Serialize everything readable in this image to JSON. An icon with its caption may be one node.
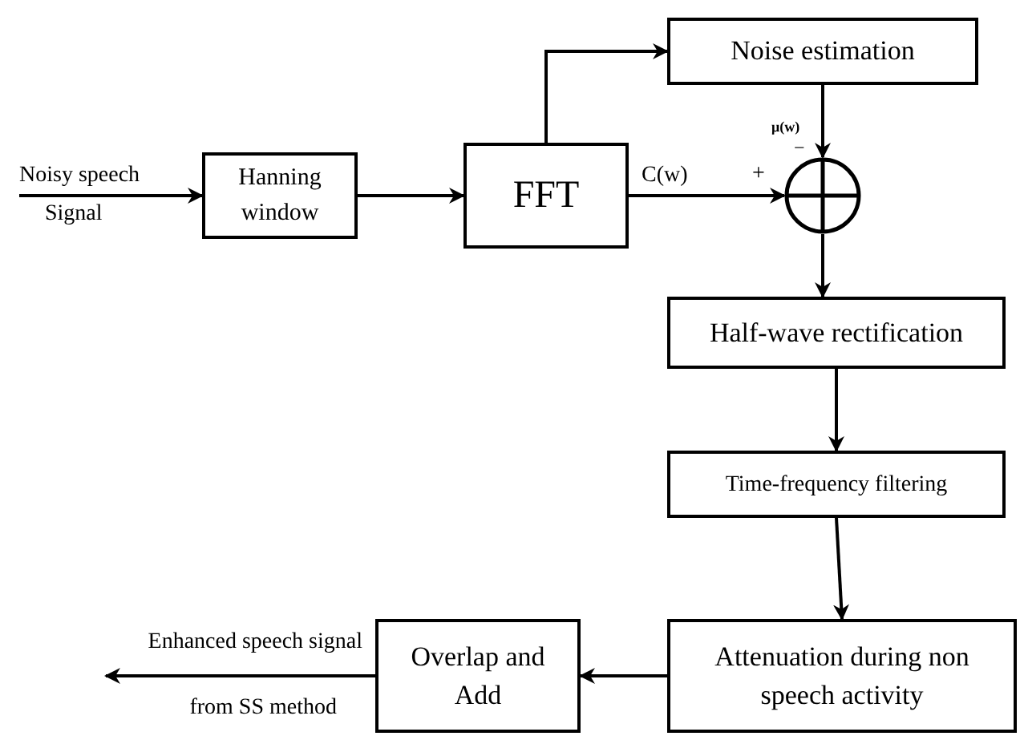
{
  "diagram": {
    "nodes": [
      {
        "text": [
          "Noisy speech",
          "Signal"
        ]
      },
      {
        "text": [
          "Hanning window"
        ]
      },
      {
        "text": [
          "FFT"
        ]
      },
      {
        "text": [
          "Noise estimation"
        ]
      },
      {
        "text": [],
        "shape": "circle"
      },
      {
        "text": [
          "Half-wave rectification"
        ]
      },
      {
        "text": [
          "Time-frequency filtering"
        ]
      },
      {
        "text": [
          "Attenuation during non speech activity"
        ]
      },
      {
        "text": [
          "Overlap and Add"
        ]
      },
      {
        "text": [
          "Enhanced speech signal",
          "from SS method"
        ]
      }
    ],
    "edges": [
      {
        "from": 0,
        "to": 1,
        "arrow": "to"
      },
      {
        "from": 1,
        "to": 2,
        "arrow": "to"
      },
      {
        "from": 2,
        "to": 4,
        "arrow": "to",
        "label": "C(w)"
      },
      {
        "from": 2,
        "to": 3,
        "arrow": "to"
      },
      {
        "from": 3,
        "to": 4,
        "arrow": "to"
      },
      {
        "from": 4,
        "to": 5,
        "arrow": "to"
      },
      {
        "from": 5,
        "to": 6,
        "arrow": "to"
      },
      {
        "from": 6,
        "to": 7,
        "arrow": "to"
      },
      {
        "from": 7,
        "to": 8,
        "arrow": "to"
      },
      {
        "from": 8,
        "to": 9,
        "arrow": "to"
      }
    ],
    "labels": [
      "μ(w)",
      "−",
      "+"
    ]
  }
}
